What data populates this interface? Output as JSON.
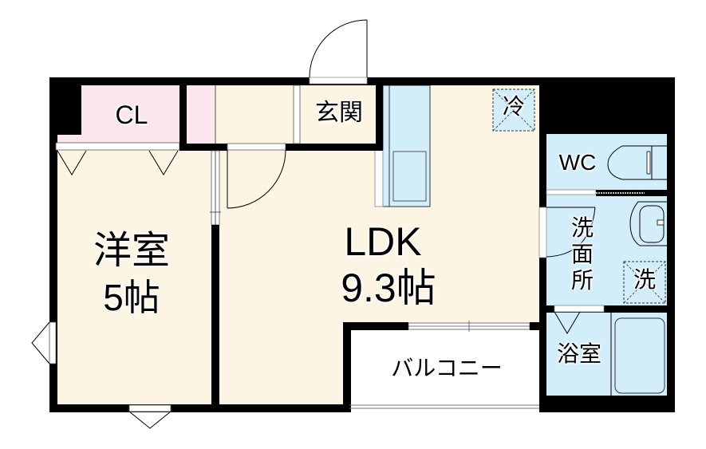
{
  "floor_plan": {
    "rooms": {
      "closet": {
        "label": "CL"
      },
      "entrance": {
        "label": "玄関"
      },
      "western_room": {
        "label": "洋室",
        "size": "5帖"
      },
      "ldk": {
        "label": "LDK",
        "size": "9.3帖"
      },
      "refrigerator": {
        "label": "冷"
      },
      "toilet": {
        "label": "WC"
      },
      "washroom": {
        "label_lines": [
          "洗",
          "面",
          "所"
        ]
      },
      "washer": {
        "label": "洗"
      },
      "bathroom": {
        "label": "浴室"
      },
      "balcony": {
        "label": "バルコニー"
      }
    },
    "colors": {
      "wall": "#000000",
      "living_area": "#fdf5e4",
      "closet": "#fbe6ef",
      "wet_area": "#d3eefb",
      "balcony": "#ffffff"
    }
  }
}
